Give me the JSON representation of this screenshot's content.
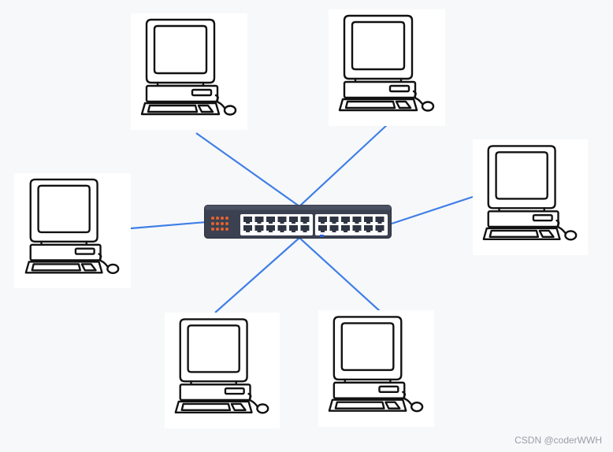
{
  "diagram": {
    "type": "star-network-topology",
    "hub": {
      "kind": "switch",
      "icon": "network-switch-icon",
      "port_count": 24
    },
    "nodes": [
      {
        "id": "pc-top-left",
        "kind": "computer",
        "icon": "computer-icon"
      },
      {
        "id": "pc-top-right",
        "kind": "computer",
        "icon": "computer-icon"
      },
      {
        "id": "pc-left",
        "kind": "computer",
        "icon": "computer-icon"
      },
      {
        "id": "pc-right",
        "kind": "computer",
        "icon": "computer-icon"
      },
      {
        "id": "pc-bottom-left",
        "kind": "computer",
        "icon": "computer-icon"
      },
      {
        "id": "pc-bottom-right",
        "kind": "computer",
        "icon": "computer-icon"
      }
    ],
    "edges": [
      [
        "switch",
        "pc-top-left"
      ],
      [
        "switch",
        "pc-top-right"
      ],
      [
        "switch",
        "pc-left"
      ],
      [
        "switch",
        "pc-right"
      ],
      [
        "switch",
        "pc-bottom-left"
      ],
      [
        "switch",
        "pc-bottom-right"
      ]
    ]
  },
  "colors": {
    "link": "#3f7fe6",
    "switch_body": "#3b4150",
    "switch_leds": "#e8622e",
    "background": "#f7f8fa"
  },
  "watermark": "CSDN @coderWWH"
}
